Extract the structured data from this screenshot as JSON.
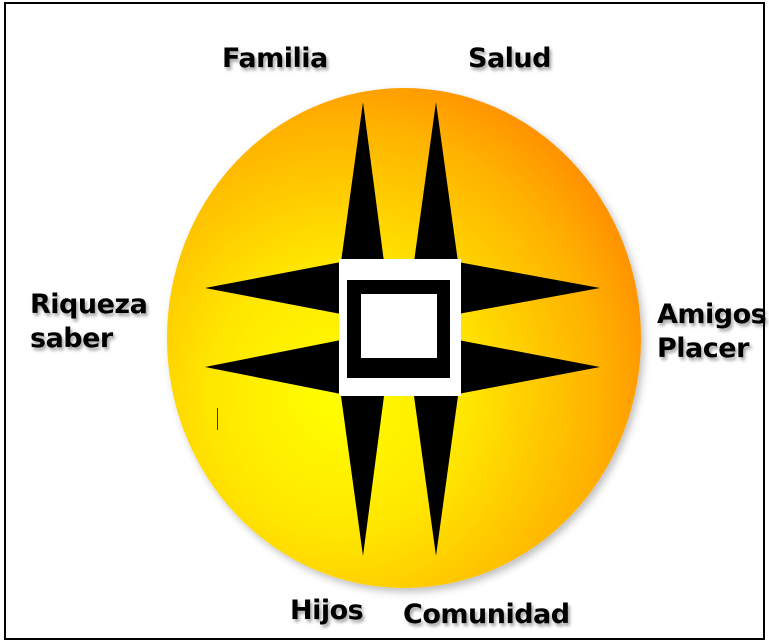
{
  "labels": {
    "familia": "Familia",
    "salud": "Salud",
    "riqueza": "Riqueza",
    "saber": "saber",
    "amigos": "Amigos",
    "placer": "Placer",
    "hijos": "Hijos",
    "comunidad": "Comunidad"
  },
  "colors": {
    "circle_light": "#ffff00",
    "circle_mid": "#ffcc00",
    "circle_dark": "#ff8000",
    "star": "#000000",
    "center_fill": "#ffffff",
    "center_ring": "#000000"
  }
}
